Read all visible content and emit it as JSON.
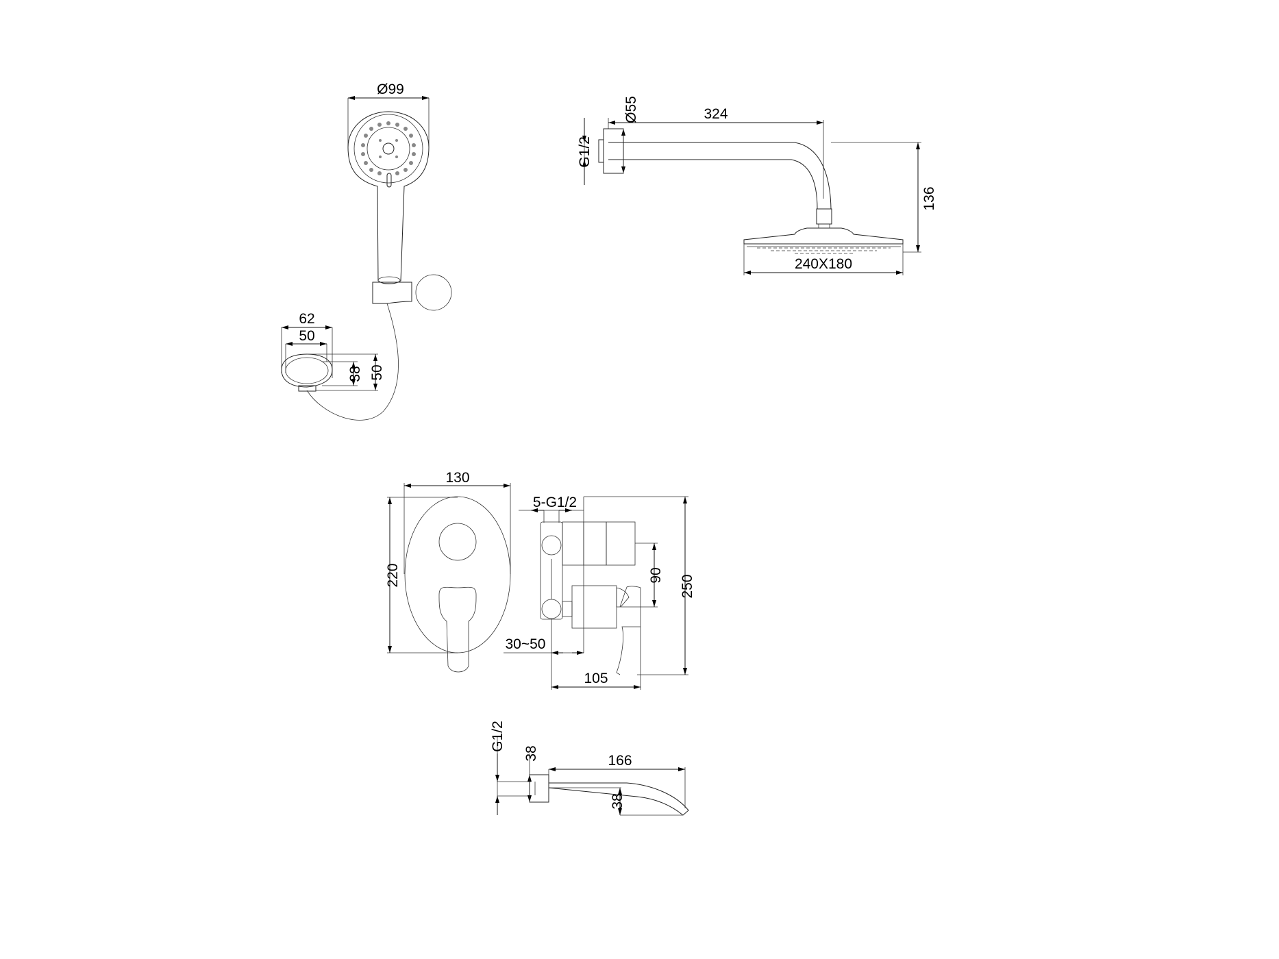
{
  "hand_shower": {
    "diameter": "Ø99"
  },
  "holder": {
    "width_outer": "62",
    "width_inner": "50",
    "height_inner": "38",
    "height_outer": "50"
  },
  "overhead_shower": {
    "arm_length": "324",
    "flange_diameter": "Ø55",
    "thread": "G1/2",
    "drop_height": "136",
    "head_size": "240X180"
  },
  "mixer": {
    "plate_width": "130",
    "plate_height": "220",
    "outlets": "5-G1/2",
    "handle_spacing": "90",
    "total_height": "250",
    "wall_depth": "30~50",
    "projection": "105"
  },
  "spout": {
    "thread": "G1/2",
    "flange": "38",
    "length": "166",
    "outlet_height": "38"
  }
}
